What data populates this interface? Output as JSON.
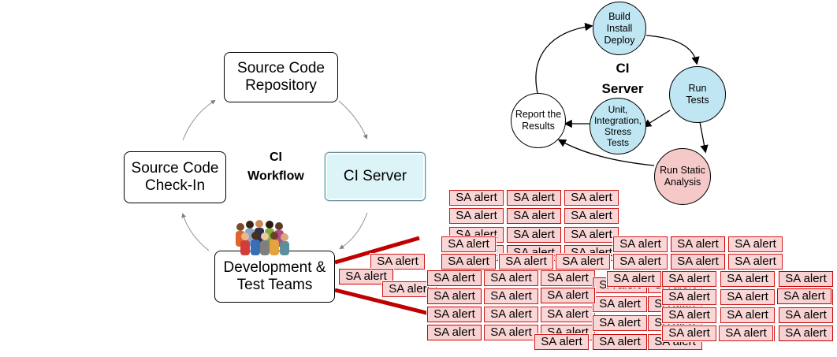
{
  "workflow": {
    "center_label": "CI\nWorkflow",
    "source_repo": "Source Code\nRepository",
    "ci_server": "CI Server",
    "check_in": "Source Code\nCheck-In",
    "dev_test": "Development &\nTest Teams"
  },
  "server_cycle": {
    "center_label": "CI\nServer",
    "build": "Build\nInstall\nDeploy",
    "run_tests": "Run\nTests",
    "unit_tests": "Unit,\nIntegration,\nStress\nTests",
    "report": "Report the\nResults",
    "static_analysis": "Run Static\nAnalysis"
  },
  "alerts": {
    "label": "SA alert",
    "count": 72
  },
  "colors": {
    "accent_blue": "#bfe6f2",
    "static_pink": "#f6c9c9",
    "alert_red": "#c00000",
    "alert_fill": "#fbd6d6"
  }
}
